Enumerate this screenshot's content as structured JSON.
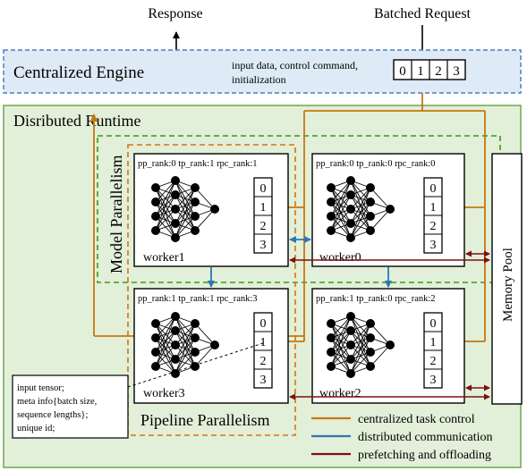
{
  "top": {
    "response_label": "Response",
    "batched_request_label": "Batched Request",
    "request_slots": [
      "0",
      "1",
      "2",
      "3"
    ]
  },
  "engine": {
    "title": "Centralized Engine",
    "note_line1": "input data, control command,",
    "note_line2": "initialization"
  },
  "runtime": {
    "title": "Disributed Runtime",
    "model_parallelism_label": "Model Parallelism",
    "pipeline_parallelism_label": "Pipeline Parallelism",
    "memory_pool_label": "Memory Pool"
  },
  "workers": [
    {
      "key": "worker0",
      "header": "pp_rank:0 tp_rank:0 rpc_rank:0",
      "name": "worker0",
      "slots": [
        "0",
        "1",
        "2",
        "3"
      ]
    },
    {
      "key": "worker1",
      "header": "pp_rank:0 tp_rank:1 rpc_rank:1",
      "name": "worker1",
      "slots": [
        "0",
        "1",
        "2",
        "3"
      ]
    },
    {
      "key": "worker2",
      "header": "pp_rank:1 tp_rank:0 rpc_rank:2",
      "name": "worker2",
      "slots": [
        "0",
        "1",
        "2",
        "3"
      ]
    },
    {
      "key": "worker3",
      "header": "pp_rank:1 tp_rank:1 rpc_rank:3",
      "name": "worker3",
      "slots": [
        "0",
        "1",
        "2",
        "3"
      ]
    }
  ],
  "callout": {
    "line1": "input tensor;",
    "line2": "meta info{batch size,",
    "line3": "sequence lengths};",
    "line4": "unique id;"
  },
  "legend": [
    {
      "label": "centralized task control",
      "color": "#c8770e"
    },
    {
      "label": "distributed communication",
      "color": "#2e75b6"
    },
    {
      "label": "prefetching and offloading",
      "color": "#7b1010"
    }
  ],
  "colors": {
    "engine_fill": "#deebf7",
    "engine_border": "#4a7fc1",
    "runtime_fill": "#e2efd9",
    "runtime_border": "#6fa84f",
    "model_parallel_border": "#3a9a1a",
    "pipeline_parallel_border": "#d9730d",
    "control": "#c8770e",
    "comm": "#2e75b6",
    "prefetch": "#7b1010"
  }
}
